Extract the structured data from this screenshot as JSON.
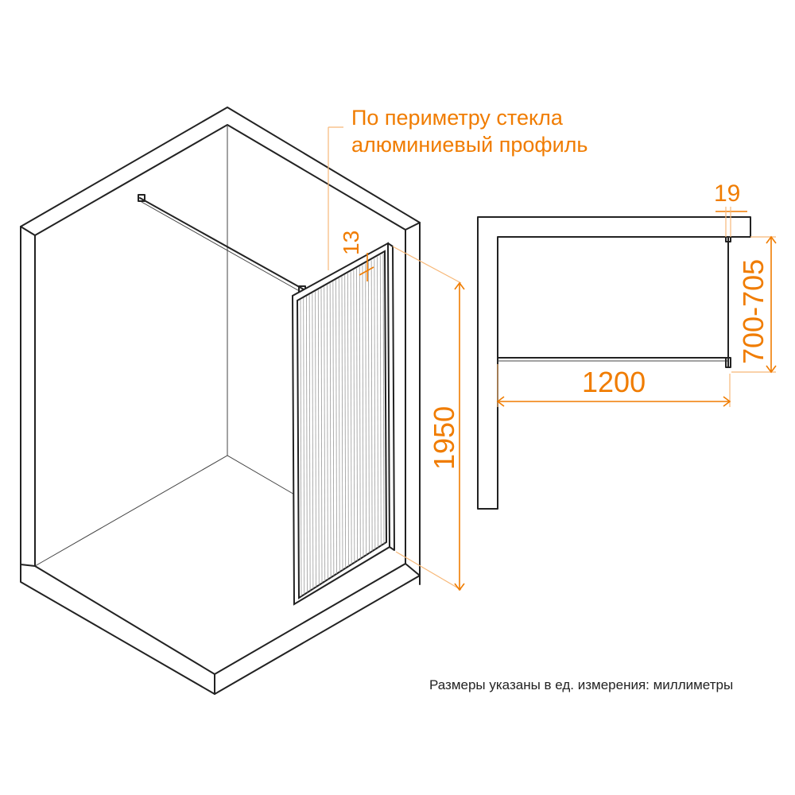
{
  "callout": {
    "line1": "По периметру стекла",
    "line2": "алюминиевый профиль"
  },
  "dimensions": {
    "profile_width": "13",
    "height": "1950",
    "plan_profile": "19",
    "plan_depth": "700-705",
    "plan_length": "1200"
  },
  "footnote": "Размеры указаны в ед. измерения: миллиметры",
  "colors": {
    "accent": "#f07c00",
    "line": "#222222"
  }
}
